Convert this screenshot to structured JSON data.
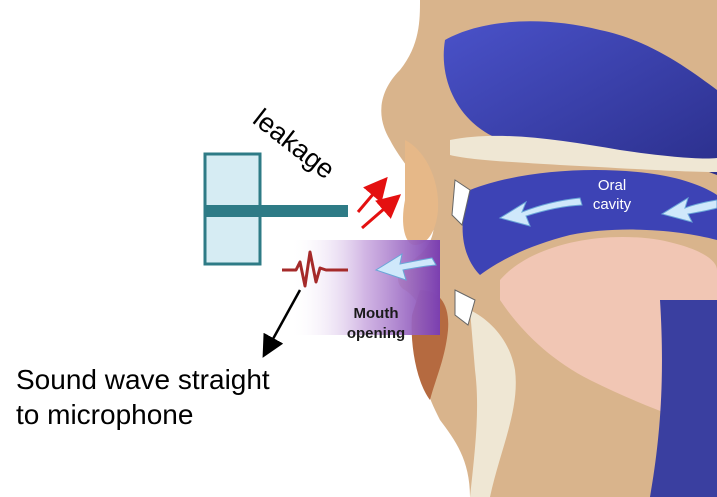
{
  "labels": {
    "leakage": "leakage",
    "oral_cavity_line1": "Oral",
    "oral_cavity_line2": "cavity",
    "mouth_opening_line1": "Mouth",
    "mouth_opening_line2": "opening",
    "caption_line1": "Sound wave straight",
    "caption_line2": "to microphone"
  },
  "colors": {
    "microphone_body": "#d6ecf3",
    "microphone_stem": "#2e7b86",
    "leak_arrows": "#e41010",
    "sound_wave": "#a52a2a",
    "airflow_arrows": "#cfe8fb",
    "nasal_cavity": "#3a3fa0",
    "tongue": "#f1c6b4",
    "tissue": "#b56a40"
  }
}
